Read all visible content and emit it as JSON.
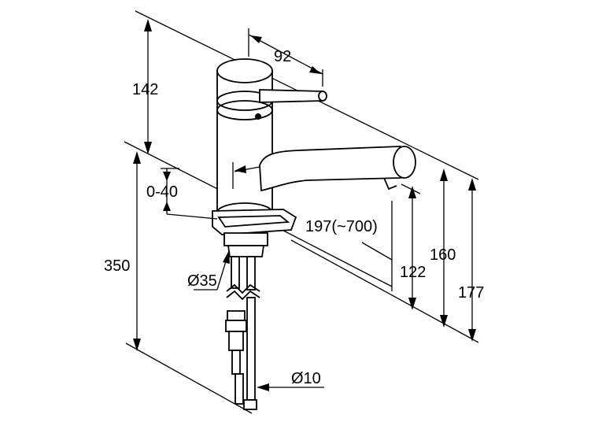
{
  "dimensions": {
    "spout_reach": "92",
    "height_top": "142",
    "deck_thickness": "0-40",
    "depth_under_deck": "350",
    "hose_length": "197(~700)",
    "spout_outlet": "122",
    "spout_height": "160",
    "overall_height": "177",
    "hole_diameter": "Ø35",
    "connector_diameter": "Ø10"
  },
  "colors": {
    "line": "#000000",
    "background": "#ffffff"
  }
}
